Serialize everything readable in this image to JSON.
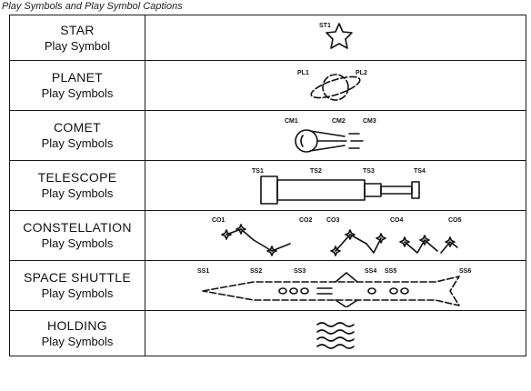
{
  "caption": "Play Symbols and Play Symbol Captions",
  "rows": [
    {
      "title": "STAR",
      "subtitle": "Play Symbol",
      "icon": "star-icon",
      "labels": [
        "ST1"
      ]
    },
    {
      "title": "PLANET",
      "subtitle": "Play Symbols",
      "icon": "planet-icon",
      "labels": [
        "PL1",
        "PL2"
      ]
    },
    {
      "title": "COMET",
      "subtitle": "Play Symbols",
      "icon": "comet-icon",
      "labels": [
        "CM1",
        "CM2",
        "CM3"
      ]
    },
    {
      "title": "TELESCOPE",
      "subtitle": "Play Symbols",
      "icon": "telescope-icon",
      "labels": [
        "TS1",
        "TS2",
        "TS3",
        "TS4"
      ]
    },
    {
      "title": "CONSTELLATION",
      "subtitle": "Play Symbols",
      "icon": "constellation-icon",
      "labels": [
        "CO1",
        "CO2",
        "CO3",
        "CO4",
        "CO5"
      ]
    },
    {
      "title": "SPACE SHUTTLE",
      "subtitle": "Play Symbols",
      "icon": "space-shuttle-icon",
      "labels": [
        "SS1",
        "SS2",
        "SS3",
        "SS4",
        "SS5",
        "SS6"
      ]
    },
    {
      "title": "HOLDING",
      "subtitle": "Play Symbols",
      "icon": "holding-waves-icon",
      "labels": []
    }
  ]
}
